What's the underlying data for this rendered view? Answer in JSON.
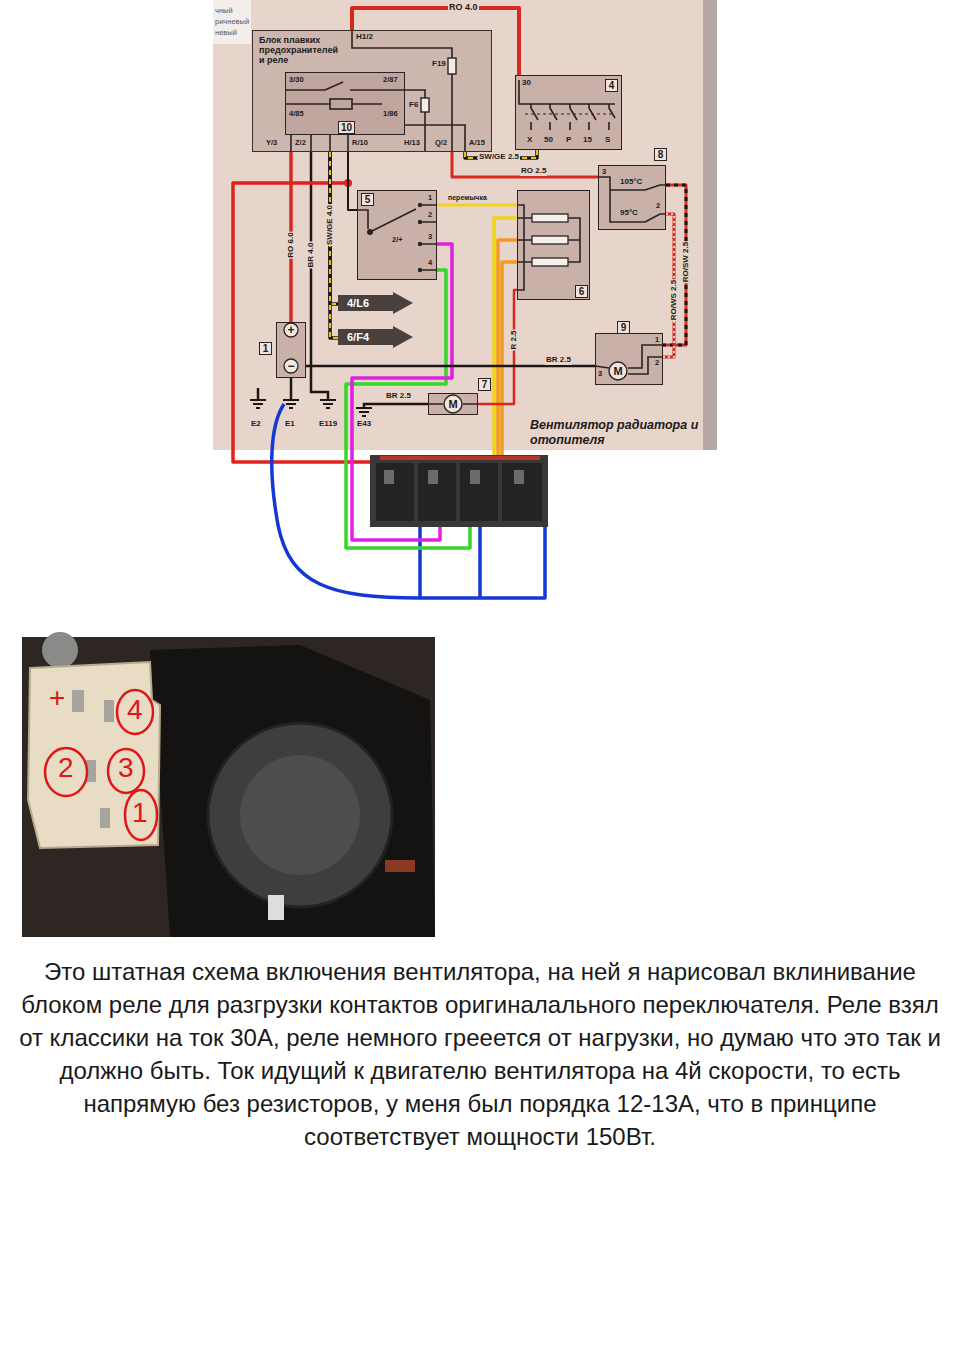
{
  "diagram": {
    "caption": "Это штатная схема включения вентилятора, на ней я нарисовал вклинивание блоком реле для разгрузки контактов оригиналального переключателя. Реле взял от классики на ток 30А, реле немного грееется от нагрузки, но думаю что это так и должно быть. Ток идущий к двигателю вентилятора на 4й скорости, то есть напрямую без резисторов, у меня был порядка 12-13А, что в принципе соответствует мощности 150Вт.",
    "nodes": [
      {
        "text": [
          "Блок плавких предохранителей и реле"
        ]
      },
      {
        "text": [
          "10"
        ],
        "in": 0
      },
      {
        "text": [
          "4"
        ]
      },
      {
        "text": [
          "8"
        ]
      },
      {
        "text": [
          "5"
        ]
      },
      {
        "text": [
          "6"
        ]
      },
      {
        "text": [
          "1",
          "+",
          "−"
        ]
      },
      {
        "text": [
          "9"
        ]
      },
      {
        "text": [
          "M"
        ],
        "in": 7
      },
      {
        "text": [
          "7"
        ]
      },
      {
        "text": [
          "M"
        ],
        "in": 9
      },
      {
        "text": [
          "4/L6"
        ]
      },
      {
        "text": [
          "6/F4"
        ]
      }
    ],
    "edges": [
      {
        "from": 0,
        "to": 2,
        "arrow": "none",
        "label": "RO 4.0"
      },
      {
        "from": 2,
        "to": 0,
        "arrow": "none",
        "label": "SW/GE 2.5"
      },
      {
        "from": 0,
        "to": 3,
        "arrow": "none",
        "label": "RO 2.5"
      },
      {
        "from": 3,
        "to": 7,
        "arrow": "none",
        "label": "RO/SW 2.5"
      },
      {
        "from": 3,
        "to": 7,
        "arrow": "none",
        "label": "RO/WS 2.5"
      },
      {
        "from": 0,
        "to": 6,
        "arrow": "none",
        "label": "RO 6.0"
      },
      {
        "from": 0,
        "to": 4,
        "arrow": "none"
      },
      {
        "from": 0,
        "to": 11,
        "arrow": "none",
        "label": "SW/GE 4.0"
      },
      {
        "from": 0,
        "to": 12,
        "arrow": "none"
      },
      {
        "from": 4,
        "to": 5,
        "arrow": "none",
        "label": "перемычка"
      },
      {
        "from": 5,
        "to": 9,
        "arrow": "none",
        "label": "R 2.5"
      },
      {
        "from": 7,
        "to": 6,
        "arrow": "none",
        "label": "BR 2.5"
      }
    ],
    "labels": [
      "чный",
      "ричневый",
      "невый",
      "H1/2",
      "F19",
      "F6",
      "3/30",
      "2/87",
      "4/85",
      "1/86",
      "Y/3",
      "Z/2",
      "R/10",
      "H/13",
      "Q/2",
      "A/15",
      "30",
      "X",
      "50",
      "P",
      "15",
      "S",
      "3",
      "105°C",
      "2",
      "95°C",
      "1",
      "2",
      "2/+",
      "3",
      "4",
      "BR 4.0",
      "E2",
      "E1",
      "E119",
      "E43",
      "BR 2.5",
      "1",
      "2",
      "3",
      "Вентилятор радиатора и отопителя",
      "+",
      "4",
      "2",
      "3",
      "1"
    ]
  }
}
